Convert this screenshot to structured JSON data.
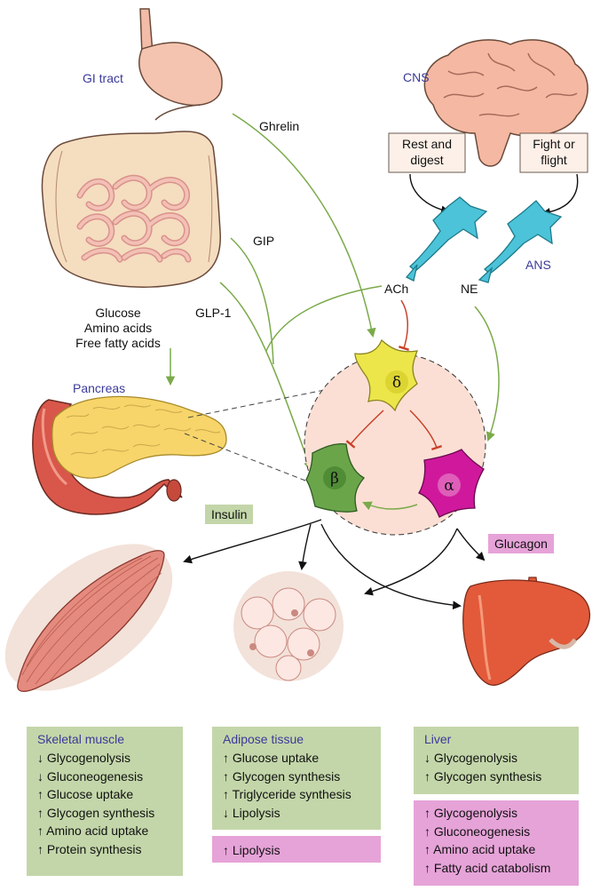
{
  "labels": {
    "gi_tract": "GI tract",
    "cns": "CNS",
    "ans": "ANS",
    "pancreas": "Pancreas",
    "ghrelin": "Ghrelin",
    "gip": "GIP",
    "glp1": "GLP-1",
    "ach": "ACh",
    "ne": "NE",
    "nutrients": [
      "Glucose",
      "Amino acids",
      "Free fatty acids"
    ],
    "delta": "δ",
    "beta": "β",
    "alpha": "α"
  },
  "cns_boxes": {
    "rest_digest": [
      "Rest and",
      "digest"
    ],
    "fight_flight": [
      "Fight or",
      "flight"
    ]
  },
  "hormones": {
    "insulin": "Insulin",
    "glucagon": "Glucagon"
  },
  "effects": {
    "muscle": {
      "title": "Skeletal muscle",
      "insulin_effects": [
        "↓ Glycogenolysis",
        "↓ Gluconeogenesis",
        "↑ Glucose uptake",
        "↑ Glycogen synthesis",
        "↑ Amino acid uptake",
        "↑ Protein synthesis"
      ]
    },
    "adipose": {
      "title": "Adipose tissue",
      "insulin_effects": [
        "↑ Glucose uptake",
        "↑ Glycogen synthesis",
        "↑ Triglyceride synthesis",
        "↓ Lipolysis"
      ],
      "glucagon_effects": [
        "↑ Lipolysis"
      ]
    },
    "liver": {
      "title": "Liver",
      "insulin_effects": [
        "↓ Glycogenolysis",
        "↑ Glycogen synthesis"
      ],
      "glucagon_effects": [
        "↑ Glycogenolysis",
        "↑ Gluconeogenesis",
        "↑ Amino acid uptake",
        "↑ Fatty acid catabolism"
      ]
    }
  },
  "colors": {
    "insulin_green": "#c3d6a9",
    "glucagon_pink": "#e6a3d8",
    "signal_arrow": "#7aaa4a",
    "inhibition": "#c8402a",
    "label_blue": "#3a3a9a",
    "delta_cell": "#ece64a",
    "beta_cell": "#6aa54a",
    "alpha_cell": "#d0189c",
    "neuron": "#4cc3d8",
    "liver": "#e25a3a"
  }
}
